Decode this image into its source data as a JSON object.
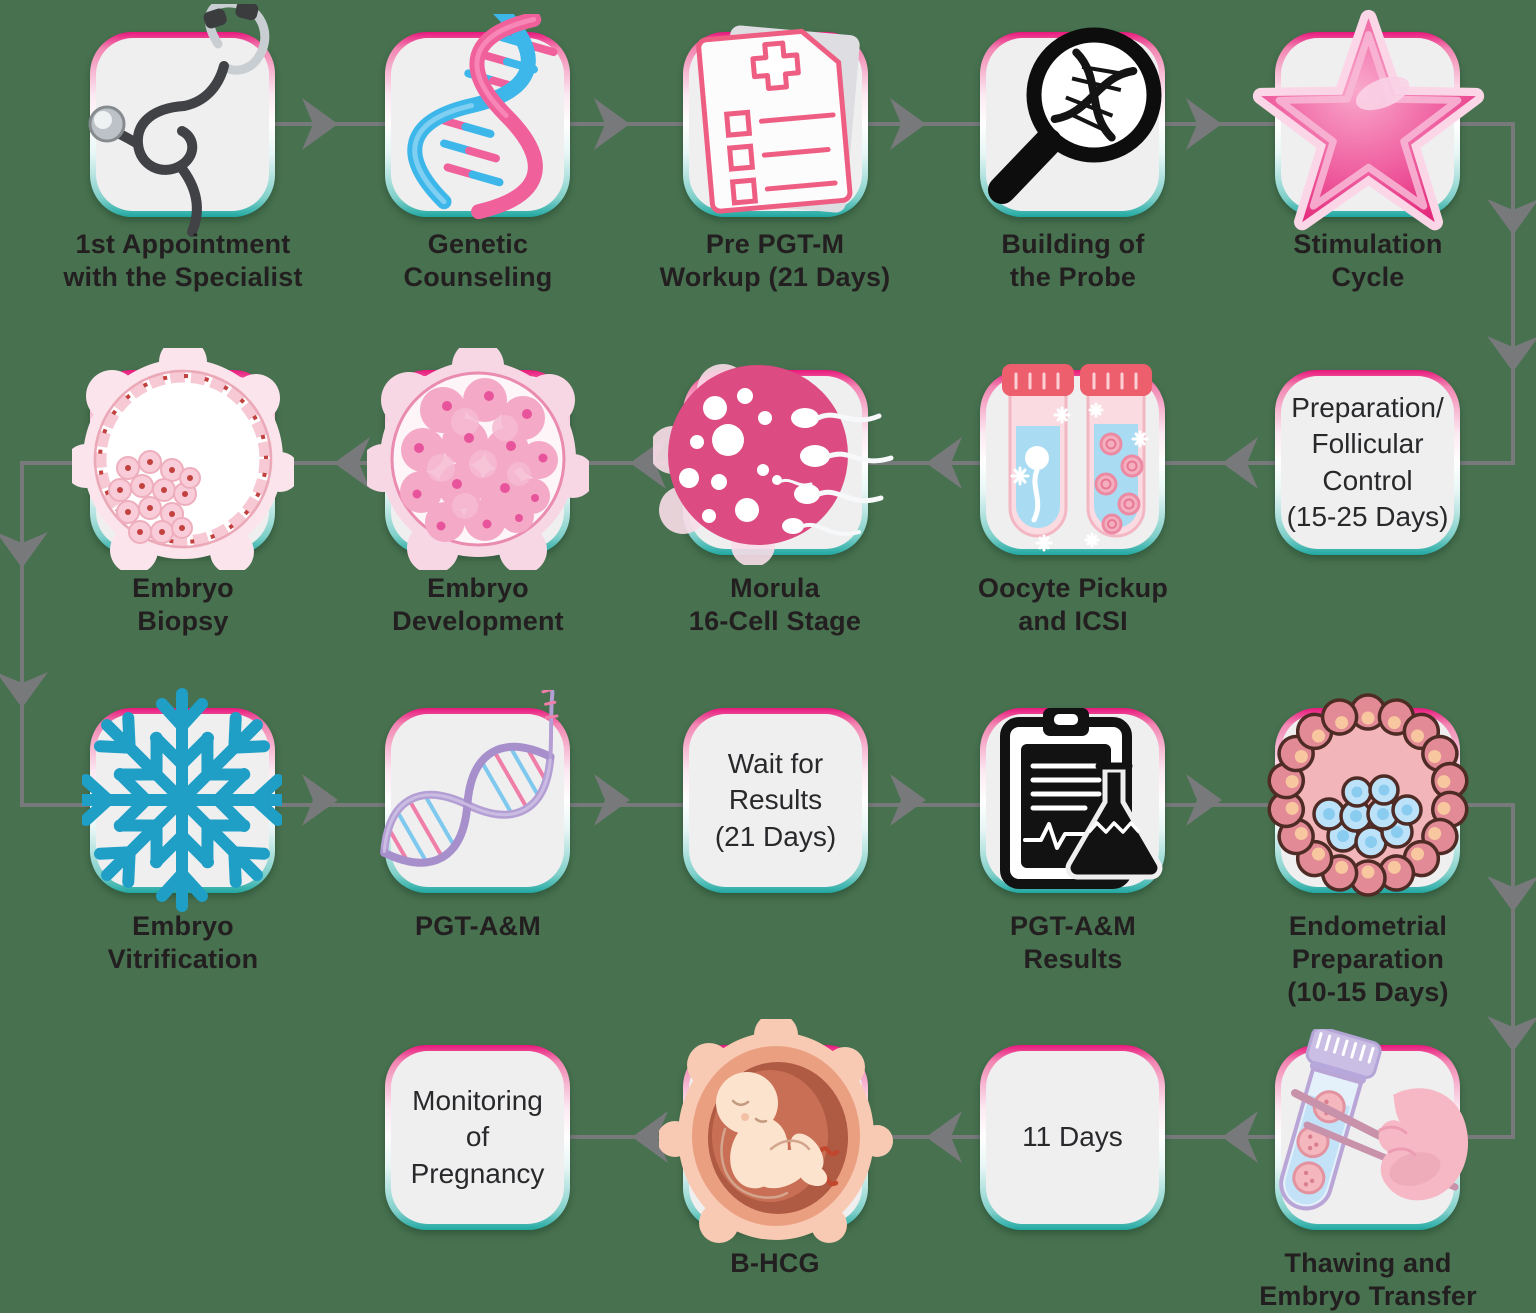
{
  "diagram": {
    "title_hint": "PGT-M / IVF process flow",
    "background_color": "#47714F",
    "accent_pink": "#E8187D",
    "accent_teal": "#21A8A2",
    "arrow_color": "#77797B",
    "text_color": "#231F20",
    "box_fill": "#F0EFF0",
    "snowflake_color": "#1F9EC6",
    "steps": [
      {
        "id": "first-appointment",
        "type": "icon",
        "icon": "stethoscope-icon",
        "label": "1st Appointment\nwith the Specialist"
      },
      {
        "id": "genetic-counseling",
        "type": "icon",
        "icon": "dna-helix-icon",
        "label": "Genetic\nCounseling"
      },
      {
        "id": "pre-pgtm-workup",
        "type": "icon",
        "icon": "medical-checklist-icon",
        "label": "Pre PGT-M\nWorkup (21 Days)"
      },
      {
        "id": "building-of-the-probe",
        "type": "icon",
        "icon": "magnifier-dna-icon",
        "label": "Building of\nthe Probe"
      },
      {
        "id": "stimulation-cycle",
        "type": "icon",
        "icon": "pink-star-icon",
        "label": "Stimulation\nCycle"
      },
      {
        "id": "preparation-follicular-control",
        "type": "text",
        "icon": "",
        "label": "Preparation/\nFollicular\nControl\n(15-25 Days)"
      },
      {
        "id": "oocyte-pickup-icsi",
        "type": "icon",
        "icon": "test-tubes-icon",
        "label": "Oocyte Pickup\nand ICSI"
      },
      {
        "id": "morula-16-cell",
        "type": "icon",
        "icon": "morula-sperm-icon",
        "label": "Morula\n16-Cell Stage"
      },
      {
        "id": "embryo-development",
        "type": "icon",
        "icon": "cell-cluster-icon",
        "label": "Embryo\nDevelopment"
      },
      {
        "id": "embryo-biopsy",
        "type": "icon",
        "icon": "blastocyst-icon",
        "label": "Embryo\nBiopsy"
      },
      {
        "id": "embryo-vitrification",
        "type": "icon",
        "icon": "snowflake-icon",
        "label": "Embryo\nVitrification"
      },
      {
        "id": "pgt-a-m",
        "type": "icon",
        "icon": "dna-strand-icon",
        "label": "PGT-A&M"
      },
      {
        "id": "wait-for-results",
        "type": "text",
        "icon": "",
        "label": "Wait for\nResults\n(21 Days)"
      },
      {
        "id": "pgt-a-m-results",
        "type": "icon",
        "icon": "clipboard-flask-icon",
        "label": "PGT-A&M\nResults"
      },
      {
        "id": "endometrial-preparation",
        "type": "icon",
        "icon": "endometrium-cells-icon",
        "label": "Endometrial\nPreparation\n(10-15 Days)"
      },
      {
        "id": "thawing-embryo-transfer",
        "type": "icon",
        "icon": "hand-tube-tweezers-icon",
        "label": "Thawing and\nEmbryo Transfer"
      },
      {
        "id": "eleven-days",
        "type": "text",
        "icon": "",
        "label": "11 Days"
      },
      {
        "id": "b-hcg",
        "type": "icon",
        "icon": "fetus-icon",
        "label": "B-HCG"
      },
      {
        "id": "monitoring-of-pregnancy",
        "type": "text",
        "icon": "",
        "label": "Monitoring\nof\nPregnancy"
      }
    ]
  }
}
